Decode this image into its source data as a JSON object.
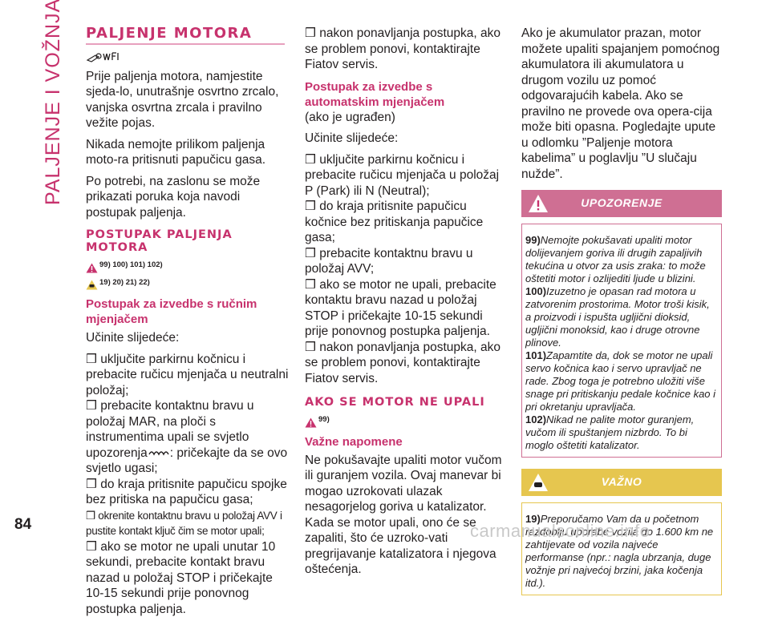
{
  "side_title": "PALJENJE I VOŽNJA",
  "page_number": "84",
  "watermark": "carmanualsonline.info",
  "col1": {
    "title": "PALJENJE MOTORA",
    "intro1": "Prije paljenja motora, namjestite sjeda-lo, unutrašnje osvrtno zrcalo, vanjska osvrtna zrcala i pravilno vežite pojas.",
    "intro2": "Nikada nemojte prilikom paljenja moto-ra pritisnuti papučicu gasa.",
    "intro3": "Po potrebi, na zaslonu se može prikazati poruka koja navodi postupak paljenja.",
    "section_title": "POSTUPAK PALJENJA MOTORA",
    "refs_warning": "99) 100) 101) 102)",
    "refs_important": "19) 20) 21) 22)",
    "manual_title": "Postupak za izvedbe s ručnim mjenjačem",
    "do_following": "Učinite slijedeće:",
    "step1": "❒ uključite parkirnu kočnicu i prebacite ručicu mjenjača u neutralni položaj;",
    "step2_a": "❒ prebacite kontaktnu bravu u položaj MAR, na ploči s instrumentima upali se svjetlo upozorenja",
    "step2_b": ": pričekajte da se ovo svjetlo ugasi;",
    "step3": "❒ do kraja pritisnite papučicu spojke bez pritiska na papučicu gasa;",
    "step4": "❒ okrenite kontaktnu bravu u položaj AVV i pustite kontakt ključ čim se motor upali;",
    "step5": "❒ ako se motor ne upali unutar 10 sekundi, prebacite kontakt bravu nazad u položaj STOP i pričekajte 10-15 sekundi prije ponovnog postupka paljenja."
  },
  "col2": {
    "step6": "❒ nakon ponavljanja postupka, ako se problem ponovi, kontaktirajte Fiatov servis.",
    "auto_title": "Postupak za izvedbe s automatskim mjenjačem",
    "auto_note": "(ako je ugrađen)",
    "do_following": "Učinite slijedeće:",
    "a_step1": "❒ uključite parkirnu kočnicu i prebacite ručicu mjenjača u položaj P (Park) ili N (Neutral);",
    "a_step2": "❒ do kraja pritisnite papučicu kočnice bez pritiskanja papučice gasa;",
    "a_step3": "❒ prebacite kontaktnu bravu u položaj AVV;",
    "a_step4": "❒ ako se motor ne upali, prebacite kontaktu bravu nazad u položaj STOP i pričekajte 10-15 sekundi prije ponovnog postupka paljenja.",
    "a_step5": "❒ nakon ponavljanja postupka, ako se problem ponovi, kontaktirajte Fiatov servis.",
    "nostart_title": "AKO SE MOTOR NE UPALI",
    "nostart_refs": "99)",
    "notes_title": "Važne napomene",
    "notes_text": "Ne pokušavajte upaliti motor vučom ili guranjem vozila. Ovaj manevar bi mogao uzrokovati ulazak nesagorjelog goriva u katalizator. Kada se motor upali, ono će se zapaliti, što će uzroko-vati pregrijavanje katalizatora i njegova oštećenja."
  },
  "col3": {
    "battery_text": "Ako je akumulator prazan, motor možete upaliti spajanjem pomoćnog akumulatora ili akumulatora u drugom vozilu uz pomoć odgovarajućih kabela. Ako se pravilno ne provede ova opera-cija može biti opasna. Pogledajte upute u odlomku ”Paljenje motora kabelima” u poglavlju ”U slučaju nužde”.",
    "warning_title": "UPOZORENJE",
    "w99_num": "99)",
    "w99": "Nemojte pokušavati upaliti motor dolijevanjem goriva ili drugih zapaljivih tekućina u otvor za usis zraka: to može oštetiti motor i ozlijediti ljude u blizini.",
    "w100_num": "100)",
    "w100": "Izuzetno je opasan rad motora u zatvorenim prostorima. Motor troši kisik, a proizvodi i ispušta ugljični dioksid, ugljični monoksid, kao i druge otrovne plinove.",
    "w101_num": "101)",
    "w101": "Zapamtite da, dok se motor ne upali servo kočnica kao i servo upravljač ne rade. Zbog toga je potrebno uložiti više snage pri pritiskanju pedale kočnice kao i pri okretanju upravljača.",
    "w102_num": "102)",
    "w102": "Nikad ne palite motor guranjem, vučom ili spuštanjem nizbrdo. To bi moglo oštetiti katalizator.",
    "important_title": "VAŽNO",
    "i19_num": "19)",
    "i19": "Preporučamo Vam da u početnom razdoblju uporabe vozila do 1.600 km ne zahtijevate od vozila najveće performanse (npr.: nagla ubrzanja, duge vožnje pri najvećoj brzini, jaka kočenja itd.)."
  },
  "colors": {
    "accent": "#c7326d",
    "warning_banner": "#cf6f93",
    "important_banner": "#e6c64f"
  },
  "icons": [
    "key-ignition-icon",
    "warning-triangle-icon",
    "glow-plug-light-icon",
    "important-car-icon"
  ]
}
